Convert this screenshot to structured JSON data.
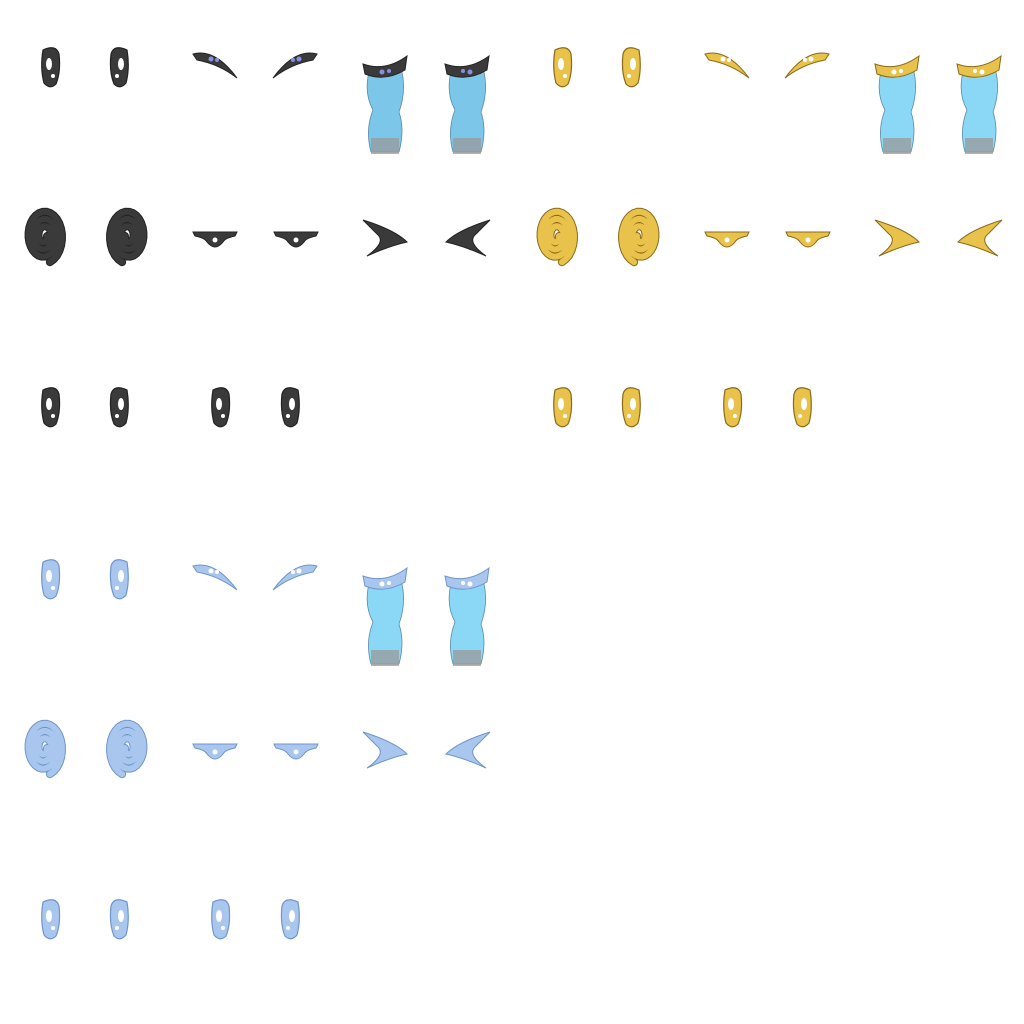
{
  "sheet": {
    "title": "",
    "background": "#ffffff"
  },
  "palettes": {
    "dark": {
      "fill": "#3a3a3a",
      "stroke": "#222222",
      "highlight": "#ffffff",
      "iris": "#8a8fe0",
      "tear": "#7cc6ea",
      "tearShade": "#9a9a9a"
    },
    "gold": {
      "fill": "#e8c24a",
      "stroke": "#8a6a18",
      "highlight": "#ffffff",
      "iris": "#ffffff",
      "tear": "#8ad8f5",
      "tearShade": "#9a9a9a"
    },
    "blue": {
      "fill": "#a9c7ee",
      "stroke": "#6f95c9",
      "highlight": "#ffffff",
      "iris": "#ffffff",
      "tear": "#8ad8f5",
      "tearShade": "#9a9a9a"
    }
  },
  "groups": [
    {
      "name": "dark-eye-set",
      "palette": "dark",
      "sprites": [
        "open-eye",
        "closed-arc-eye",
        "crying-eye",
        "spiral-eye",
        "half-lid-eye",
        "squint-eye",
        "open-eye",
        "open-eye-alt"
      ]
    },
    {
      "name": "gold-eye-set",
      "palette": "gold",
      "sprites": [
        "open-eye",
        "closed-arc-eye",
        "crying-eye",
        "spiral-eye",
        "half-lid-eye",
        "squint-eye",
        "open-eye",
        "open-eye-alt"
      ]
    },
    {
      "name": "blue-eye-set",
      "palette": "blue",
      "sprites": [
        "open-eye",
        "closed-arc-eye",
        "crying-eye",
        "spiral-eye",
        "half-lid-eye",
        "squint-eye",
        "open-eye",
        "open-eye-alt"
      ]
    }
  ]
}
